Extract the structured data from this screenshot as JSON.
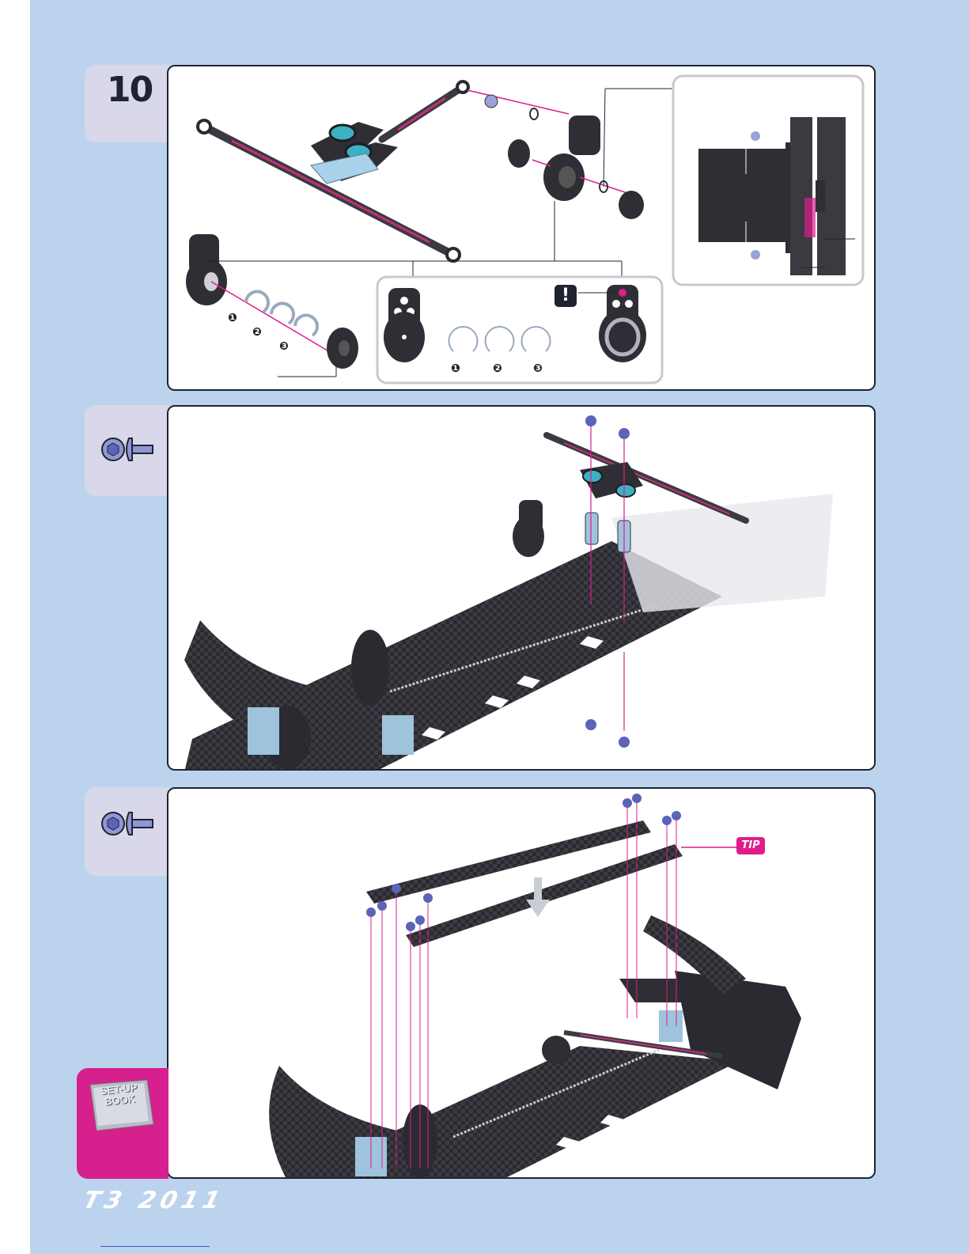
{
  "step": {
    "number": "10"
  },
  "ring_labels": {
    "one": "❶",
    "two": "❷",
    "three": "❸"
  },
  "badges": {
    "warning": "!",
    "tip": "TIP"
  },
  "setup_book": {
    "label": "SET-UP BOOK"
  },
  "footer": {
    "logo": "T3 2011"
  },
  "icons": [
    "hex-nut-icon",
    "button-head-screw-icon",
    "hex-nut-icon",
    "button-head-screw-icon",
    "warning-icon",
    "tip-icon",
    "setup-book-icon"
  ],
  "colors": {
    "page": "#bcd3ee",
    "panel_border": "#1f2430",
    "accent": "#e01c8c",
    "metal": "#9ec3dd"
  }
}
